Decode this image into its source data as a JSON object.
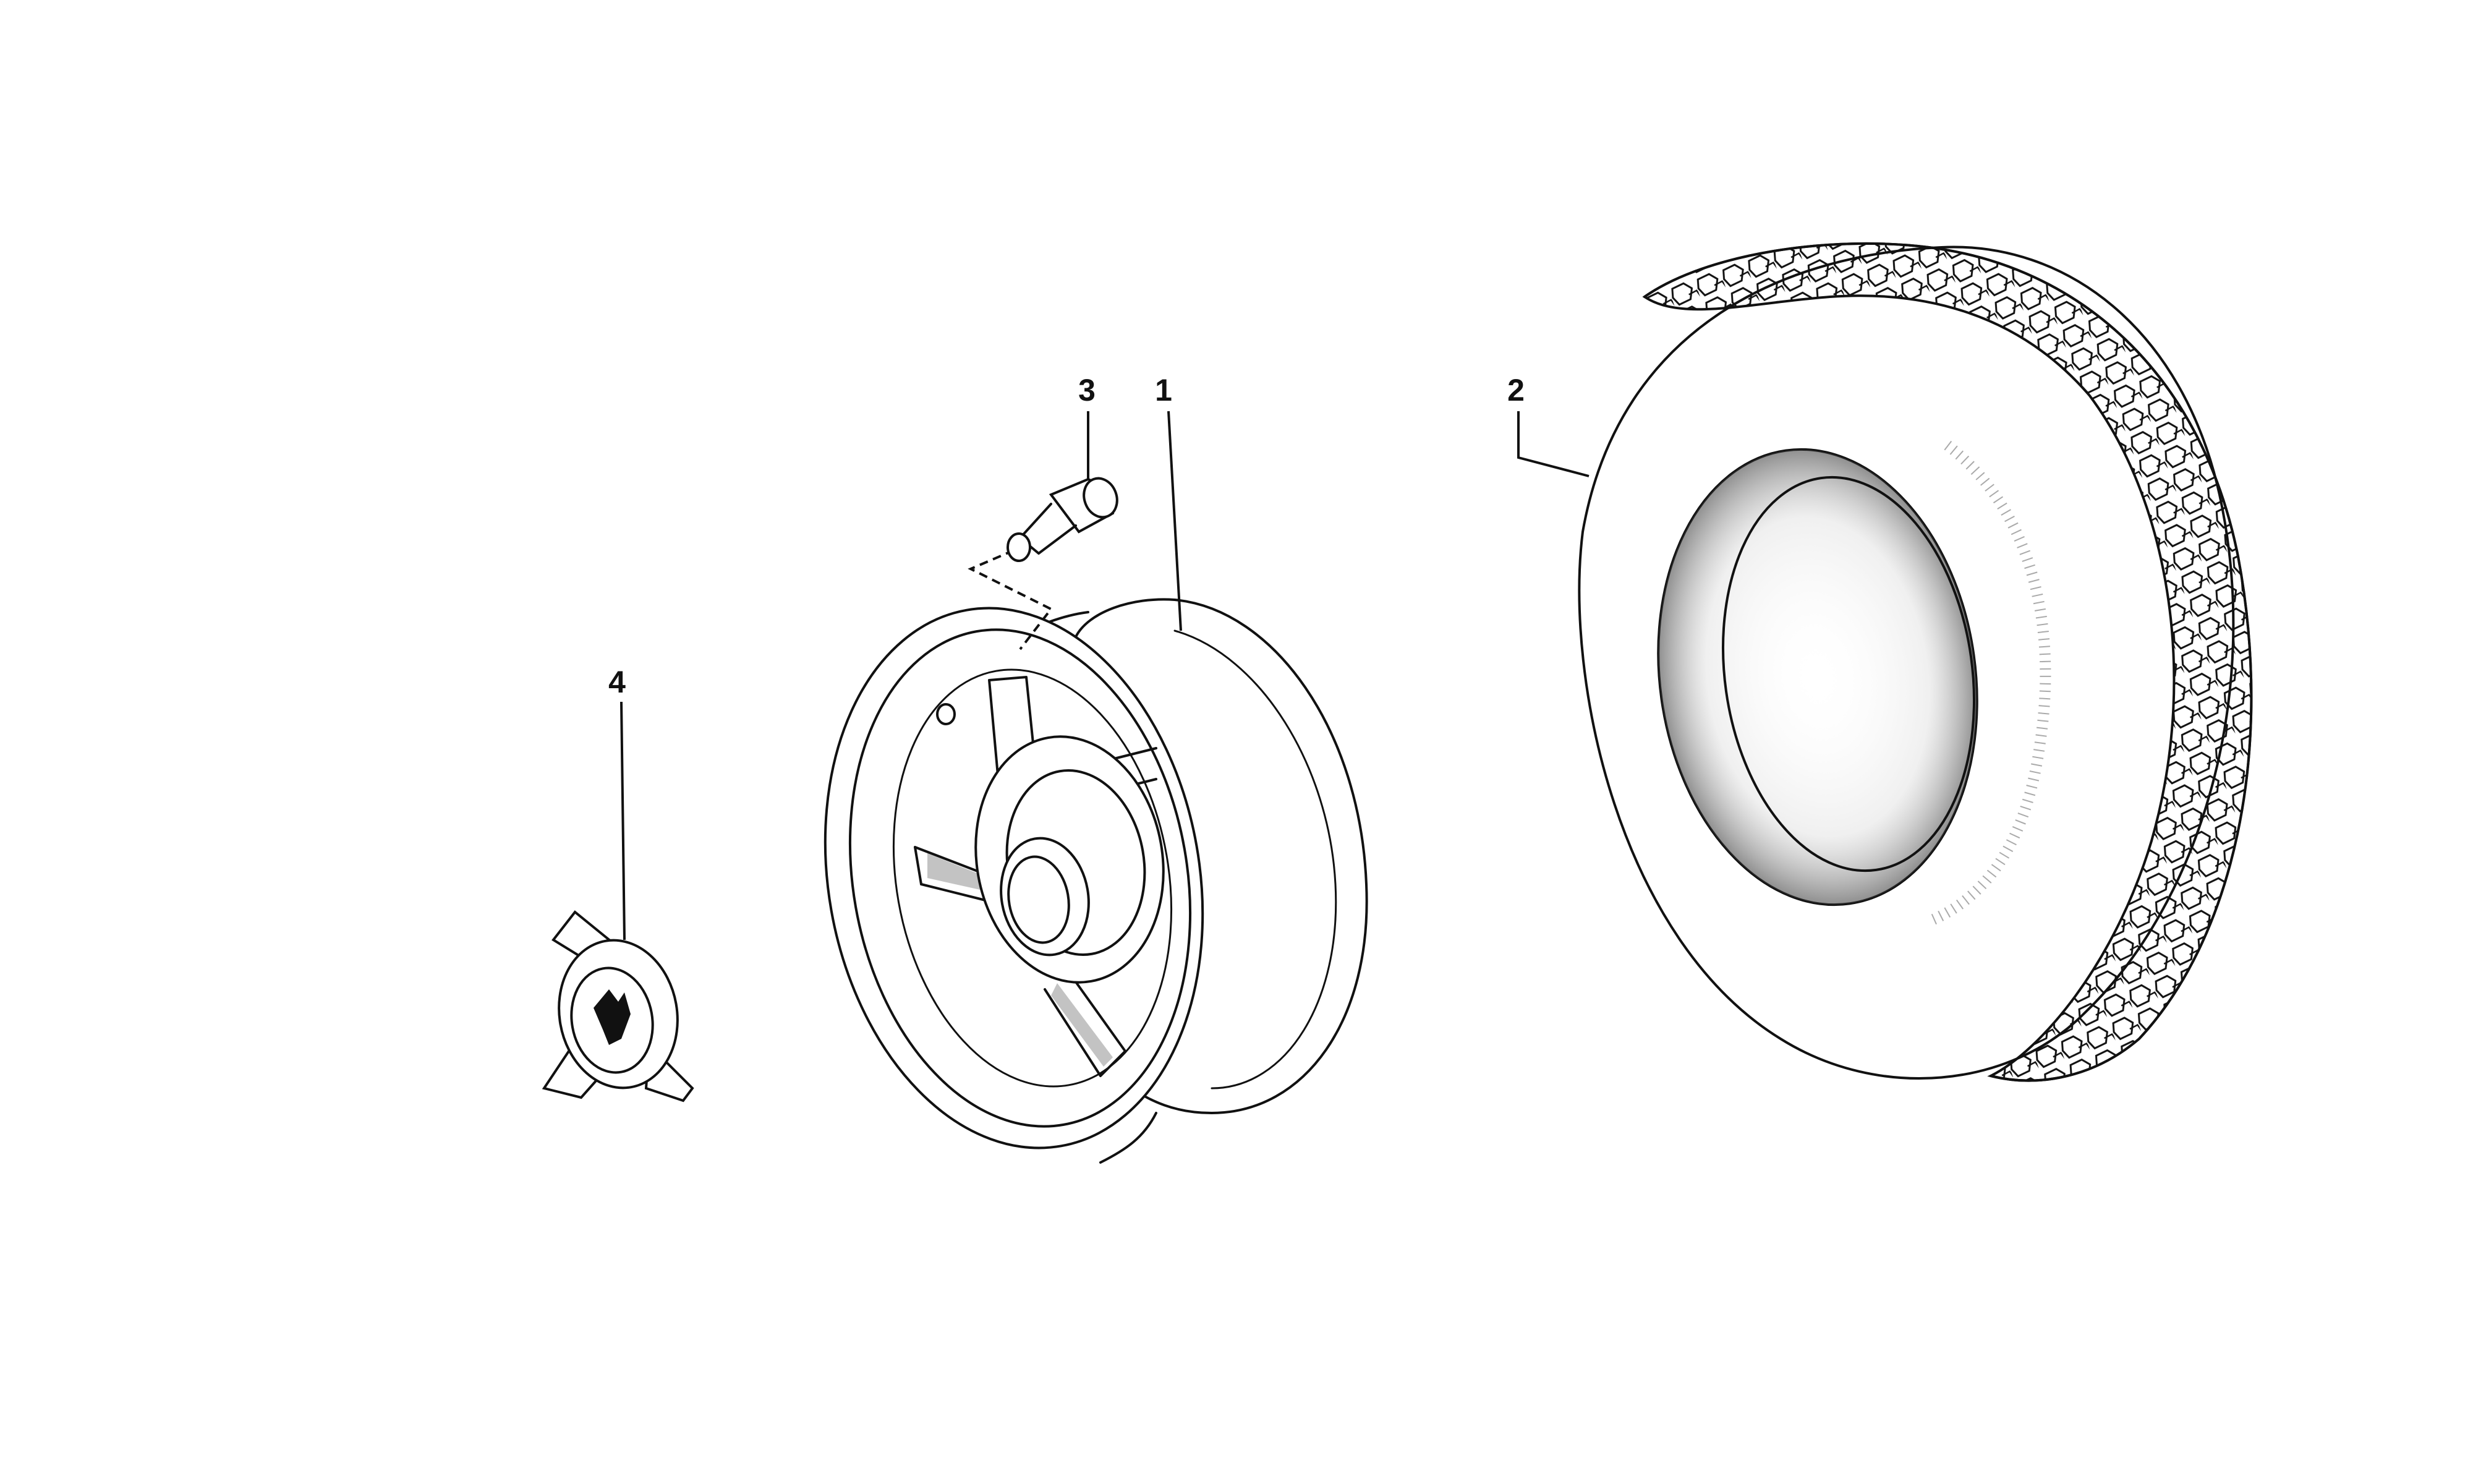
{
  "callouts": [
    {
      "id": "1",
      "label": "1"
    },
    {
      "id": "2",
      "label": "2"
    },
    {
      "id": "3",
      "label": "3"
    },
    {
      "id": "4",
      "label": "4"
    }
  ],
  "parts": [
    {
      "callout": "1",
      "part": "wheel-rim"
    },
    {
      "callout": "2",
      "part": "tire"
    },
    {
      "callout": "3",
      "part": "valve"
    },
    {
      "callout": "4",
      "part": "knock-off-spinner"
    }
  ],
  "colors": {
    "line": "#111111",
    "background": "#ffffff"
  }
}
